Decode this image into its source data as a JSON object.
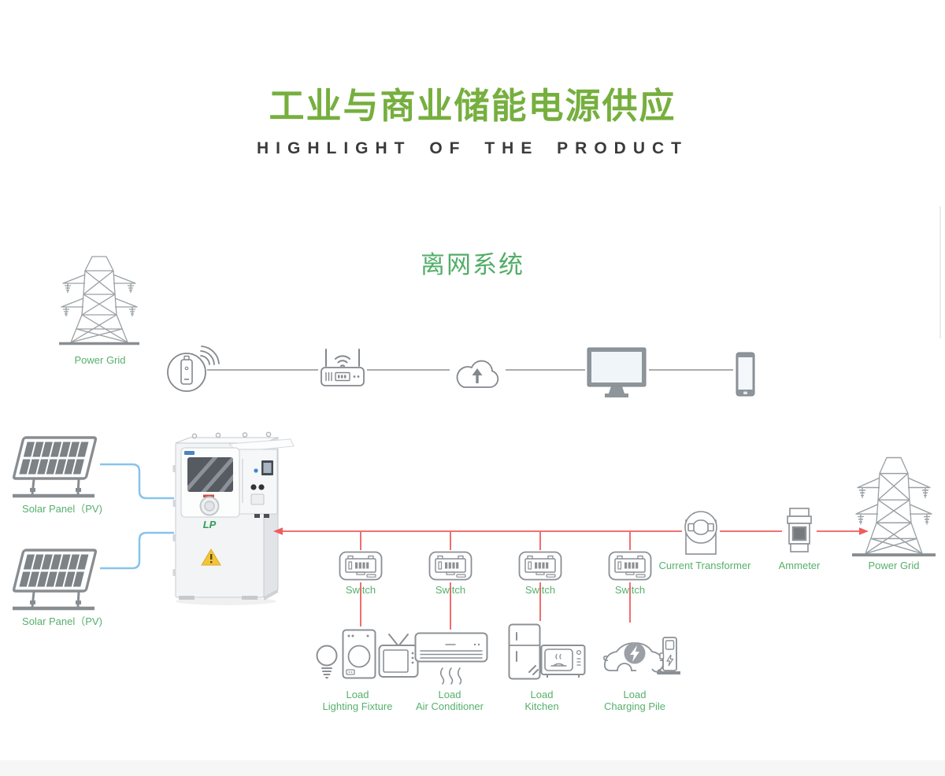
{
  "header": {
    "title": "工业与商业储能电源供应",
    "subtitle": "HIGHLIGHT OF THE PRODUCT"
  },
  "section": {
    "title": "离网系统"
  },
  "colors": {
    "title_green": "#76af3e",
    "section_green": "#52ad68",
    "label_green": "#56b06c",
    "power_line_red": "#ee5d5e",
    "pv_line_blue": "#88c3ec",
    "comm_line_gray": "#ababab",
    "icon_stroke_gray": "#8b9095"
  },
  "left_grid": {
    "label": "Power Grid"
  },
  "comm_chain": {
    "icons": [
      "iot-collector-icon",
      "wifi-router-icon",
      "cloud-upload-icon",
      "monitor-icon",
      "smartphone-icon"
    ]
  },
  "pv": {
    "panels": [
      {
        "label": "Solar Panel（PV)"
      },
      {
        "label": "Solar Panel（PV)"
      }
    ]
  },
  "cabinet": {
    "logo": "LP"
  },
  "distribution": {
    "switches": [
      {
        "label": "Switch"
      },
      {
        "label": "Switch"
      },
      {
        "label": "Switch"
      },
      {
        "label": "Switch"
      }
    ],
    "loads": [
      {
        "line1": "Load",
        "line2": "Lighting Fixture"
      },
      {
        "line1": "Load",
        "line2": "Air Conditioner"
      },
      {
        "line1": "Load",
        "line2": "Kitchen"
      },
      {
        "line1": "Load",
        "line2": "Charging Pile"
      }
    ],
    "current_transformer": {
      "label": "Current Transformer"
    },
    "ammeter": {
      "label": "Ammeter"
    },
    "grid_right": {
      "label": "Power Grid"
    }
  }
}
